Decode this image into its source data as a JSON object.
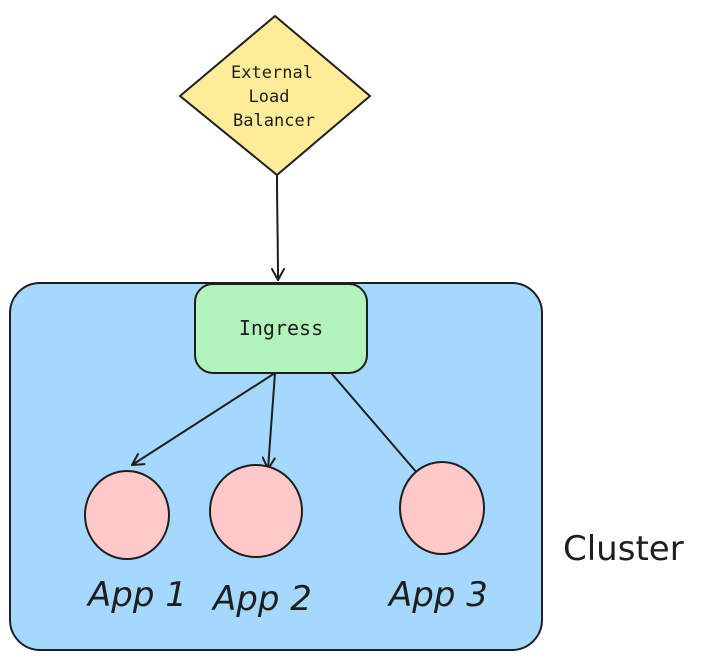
{
  "colors": {
    "stroke": "#1e1e1e",
    "cluster_fill": "#a5d8ff",
    "ingress_fill": "#b2f2bb",
    "balancer_fill": "#ffec99",
    "app_fill": "#ffc9c9"
  },
  "balancer": {
    "line1": "External",
    "line2": "Load",
    "line3": "Balancer"
  },
  "ingress": {
    "label": "Ingress"
  },
  "apps": [
    {
      "label": "App 1"
    },
    {
      "label": "App 2"
    },
    {
      "label": "App 3"
    }
  ],
  "cluster": {
    "label": "Cluster"
  }
}
